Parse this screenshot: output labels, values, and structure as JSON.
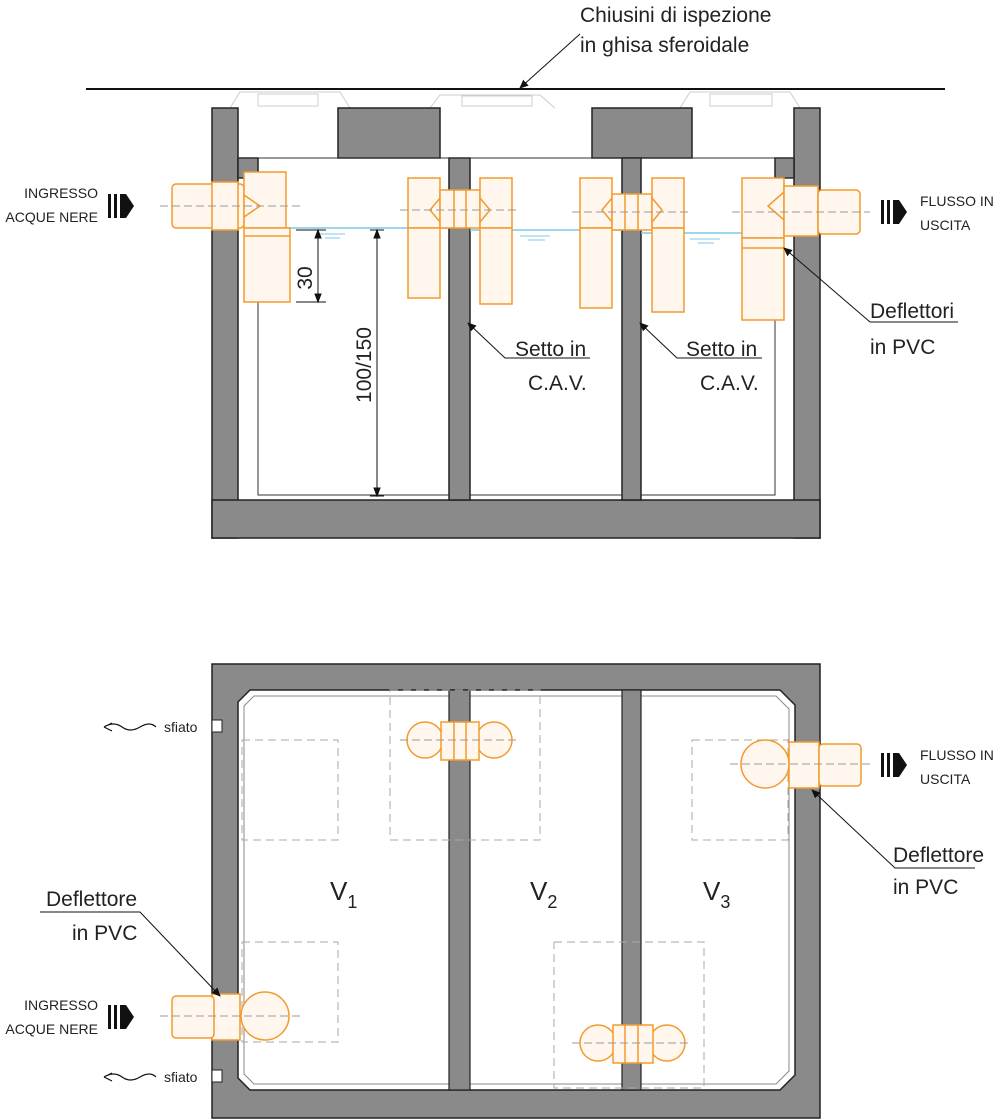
{
  "colors": {
    "concrete": "#8a8a8a",
    "pipe_fill": "#fff6ee",
    "pipe_stroke": "#f39a2c",
    "water": "#7fc9e8",
    "line": "#111111"
  },
  "icons": [
    "flow-arrow-icon",
    "vent-wave-icon"
  ],
  "section": {
    "cover_label_line1": "Chiusini di ispezione",
    "cover_label_line2": "in ghisa sferoidale",
    "inlet_line1": "INGRESSO",
    "inlet_line2": "ACQUE NERE",
    "outlet_line1": "FLUSSO IN",
    "outlet_line2": "USCITA",
    "dim_30": "30",
    "dim_depth": "100/150",
    "wall1_line1": "Setto in",
    "wall1_line2": "C.A.V.",
    "wall2_line1": "Setto in",
    "wall2_line2": "C.A.V.",
    "deflectors_line1": "Deflettori",
    "deflectors_line2": "in PVC"
  },
  "plan": {
    "vent_top": "sfiato",
    "vent_bottom": "sfiato",
    "outlet_line1": "FLUSSO IN",
    "outlet_line2": "USCITA",
    "outlet_deflector_line1": "Deflettore",
    "outlet_deflector_line2": "in PVC",
    "inlet_deflector_line1": "Deflettore",
    "inlet_deflector_line2": "in PVC",
    "inlet_line1": "INGRESSO",
    "inlet_line2": "ACQUE NERE",
    "v1": "V",
    "v1_sub": "1",
    "v2": "V",
    "v2_sub": "2",
    "v3": "V",
    "v3_sub": "3"
  }
}
